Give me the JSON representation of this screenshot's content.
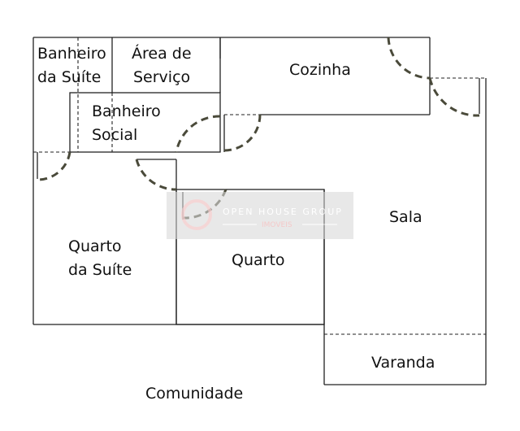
{
  "rooms": {
    "banheiro_suite": [
      "Banheiro",
      "da Suíte"
    ],
    "area_servico": [
      "Área de",
      "Serviço"
    ],
    "cozinha": "Cozinha",
    "banheiro_social": [
      "Banheiro",
      "Social"
    ],
    "sala": "Sala",
    "quarto_suite": [
      "Quarto",
      "da Suíte"
    ],
    "quarto": "Quarto",
    "varanda": "Varanda",
    "comunidade": "Comunidade"
  },
  "watermark": {
    "title": "OPEN HOUSE GROUP",
    "subtitle": "IMOVEIS"
  }
}
